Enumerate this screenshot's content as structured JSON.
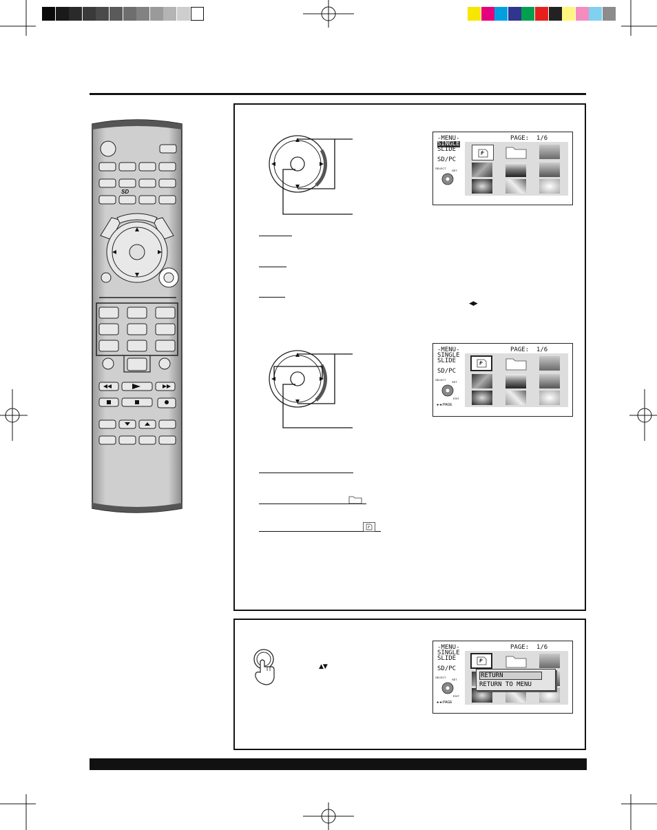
{
  "color_bars": {
    "grayscale": [
      "#0a0a0a",
      "#1a1a1a",
      "#2a2a2a",
      "#3a3a3a",
      "#4a4a4a",
      "#5a5a5a",
      "#6e6e6e",
      "#828282",
      "#9a9a9a",
      "#b4b4b4",
      "#cecece",
      "#ffffff"
    ],
    "colors": [
      "#f7e600",
      "#e6007e",
      "#00a0e0",
      "#303590",
      "#00a050",
      "#e6201e",
      "#222222",
      "#fff680",
      "#f48cc0",
      "#80d0f0",
      "#8c8c8c"
    ]
  },
  "screen_top": {
    "menu_label": "-MENU-",
    "page_label": "PAGE:  1/6",
    "item_single": "SINGLE",
    "item_slide": "SLIDE",
    "item_sdpc": "SD/PC",
    "select_label": "SELECT",
    "set_label": "SET"
  },
  "screen_mid": {
    "menu_label": "-MENU-",
    "page_label": "PAGE:  1/6",
    "item_single": "SINGLE",
    "item_slide": "SLIDE",
    "item_sdpc": "SD/PC",
    "select_label": "SELECT",
    "set_label": "SET",
    "exit_label": "EXIT",
    "page_hint": ":PAGE"
  },
  "screen_bottom": {
    "menu_label": "-MENU-",
    "page_label": "PAGE:  1/6",
    "item_single": "SINGLE",
    "item_slide": "SLIDE",
    "item_sdpc": "SD/PC",
    "select_label": "SELECT",
    "set_label": "SET",
    "exit_label": "EXIT",
    "page_hint": ":PAGE",
    "popup": {
      "item1": "RETURN",
      "item2": "RETURN TO MENU"
    }
  },
  "remote": {
    "sd_logo": "SD"
  },
  "icons": {
    "left_right_arrows": "◀▶",
    "up_down_arrows": "▲▼"
  }
}
